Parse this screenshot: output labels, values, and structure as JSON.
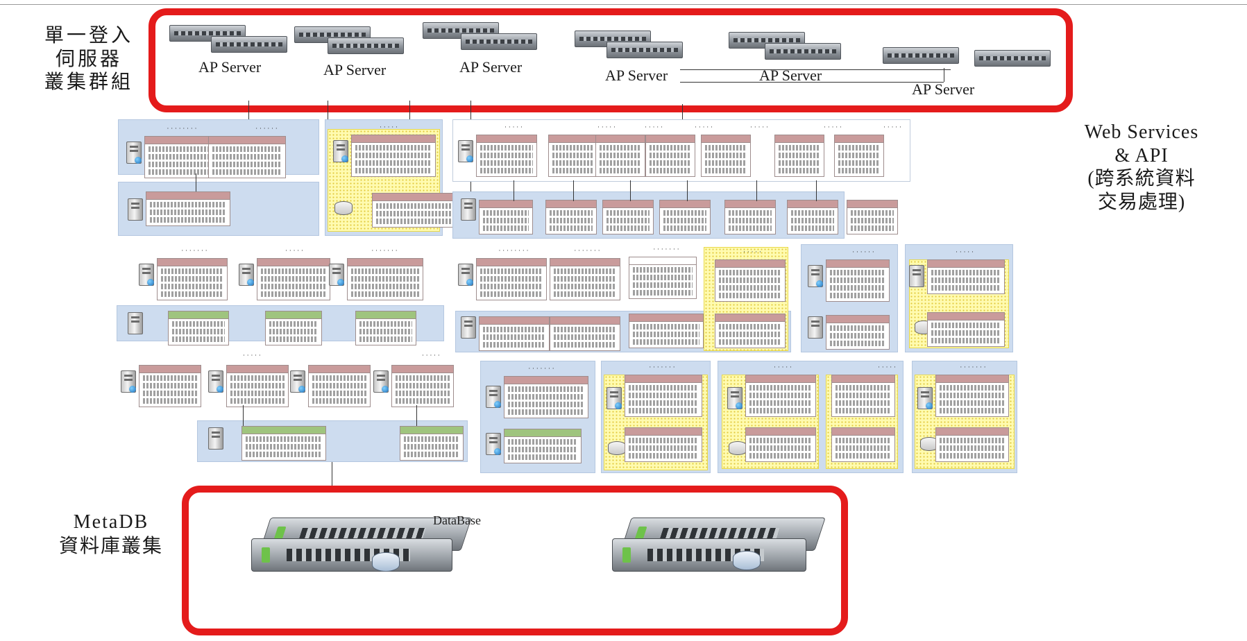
{
  "sso_cluster": {
    "label_line1": "單一登入",
    "label_line2": "伺服器",
    "label_line3": "叢集群組",
    "ap_server_label": "AP Server",
    "border_color": "#e41b1b"
  },
  "web_services": {
    "label_line1": "Web Services",
    "label_line2": "& API",
    "label_line3": "(跨系統資料",
    "label_line4": "交易處理)"
  },
  "database_cluster": {
    "label_line1": "MetaDB",
    "label_line2": "資料庫叢集",
    "database_label": "DataBase"
  },
  "icons": {
    "rack_server": "rack-server-icon",
    "tower_server": "tower-server-icon",
    "database": "database-icon",
    "globe": "globe-icon"
  },
  "colors": {
    "panel_blue": "#cddcef",
    "highlight_yellow": "#fffbb0",
    "node_header_red": "#c99b9b",
    "node_header_green": "#9fc47e"
  }
}
